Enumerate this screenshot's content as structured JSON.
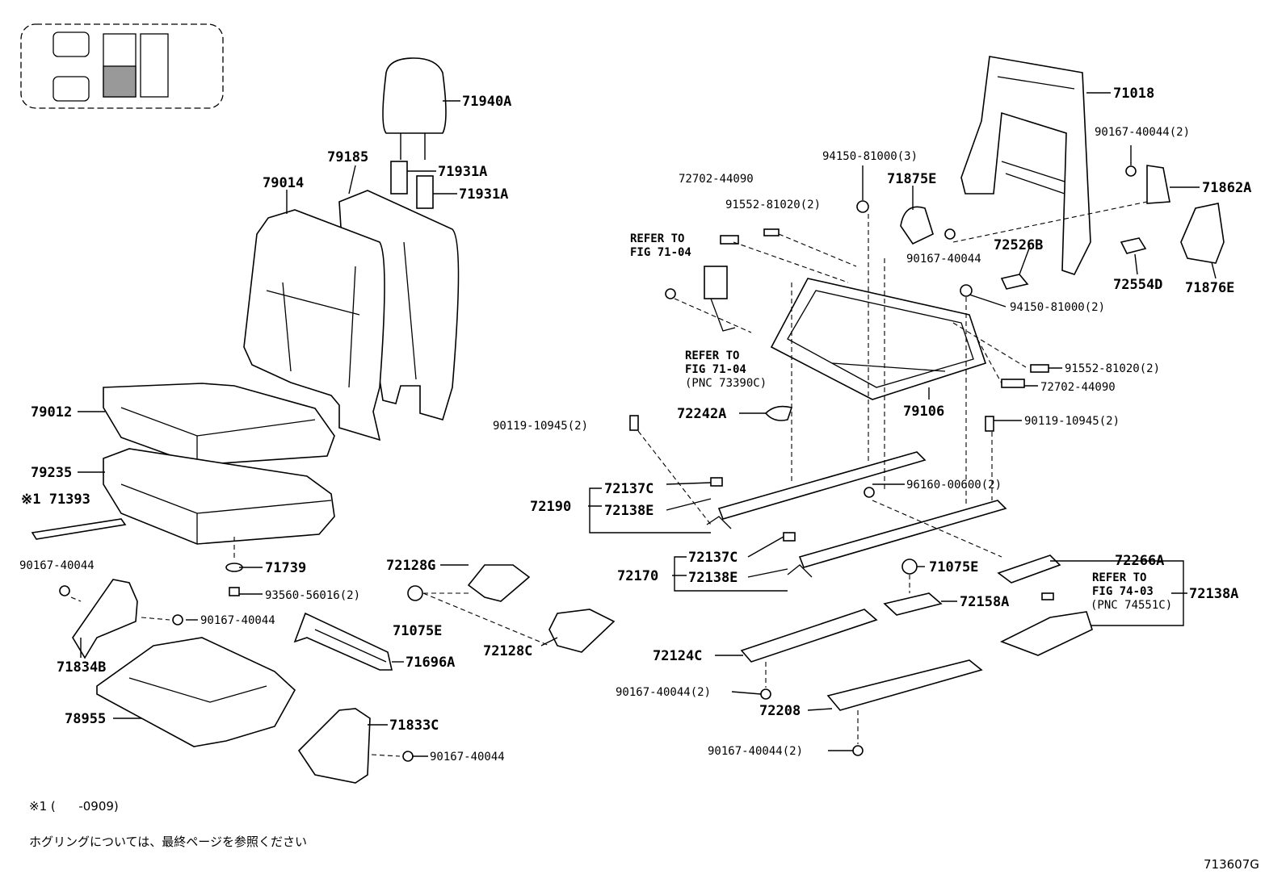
{
  "labels": {
    "l71940A": "71940A",
    "l79185": "79185",
    "l71931A_1": "71931A",
    "l71931A_2": "71931A",
    "l79014": "79014",
    "l79012": "79012",
    "l79235": "79235",
    "l71393": "※1 71393",
    "l90167_40044_a": "90167-40044",
    "l71739": "71739",
    "l93560": "93560-56016(2)",
    "l90167_40044_b": "90167-40044",
    "l71834B": "71834B",
    "l78955": "78955",
    "l71833C": "71833C",
    "l90167_40044_c": "90167-40044",
    "l72128G": "72128G",
    "l71075E_a": "71075E",
    "l72128C": "72128C",
    "l71696A": "71696A",
    "l71018": "71018",
    "l90167_40044_2a": "90167-40044(2)",
    "l71862A": "71862A",
    "l94150_3": "94150-81000(3)",
    "l71875E": "71875E",
    "l72702_a": "72702-44090",
    "l91552_a": "91552-81020(2)",
    "l72526B": "72526B",
    "l90167_40044_d": "90167-40044",
    "l72554D": "72554D",
    "l71876E": "71876E",
    "l94150_2": "94150-81000(2)",
    "l91552_b": "91552-81020(2)",
    "l72702_b": "72702-44090",
    "l79106": "79106",
    "l72242A": "72242A",
    "l90119_a": "90119-10945(2)",
    "l90119_b": "90119-10945(2)",
    "l96160": "96160-00600(2)",
    "l72137C_a": "72137C",
    "l72190": "72190",
    "l72138E_a": "72138E",
    "l72137C_b": "72137C",
    "l72170": "72170",
    "l72138E_b": "72138E",
    "l71075E_b": "71075E",
    "l72266A": "72266A",
    "l72158A": "72158A",
    "l72138A": "72138A",
    "l72124C": "72124C",
    "l90167_40044_2b": "90167-40044(2)",
    "l72208": "72208",
    "l90167_40044_2c": "90167-40044(2)"
  },
  "refs": {
    "ref1_line1": "REFER TO",
    "ref1_line2": "FIG 71-04",
    "ref2_line1": "REFER TO",
    "ref2_line2": "FIG 71-04",
    "ref2_line3": "(PNC 73390C)",
    "ref3_line1": "REFER TO",
    "ref3_line2": "FIG 74-03",
    "ref3_line3": "(PNC 74551C)"
  },
  "notes": {
    "footnote": "※1 (      -0909)",
    "japanese": "ホグリングについては、最終ページを参照ください",
    "figure_id": "713607G"
  }
}
